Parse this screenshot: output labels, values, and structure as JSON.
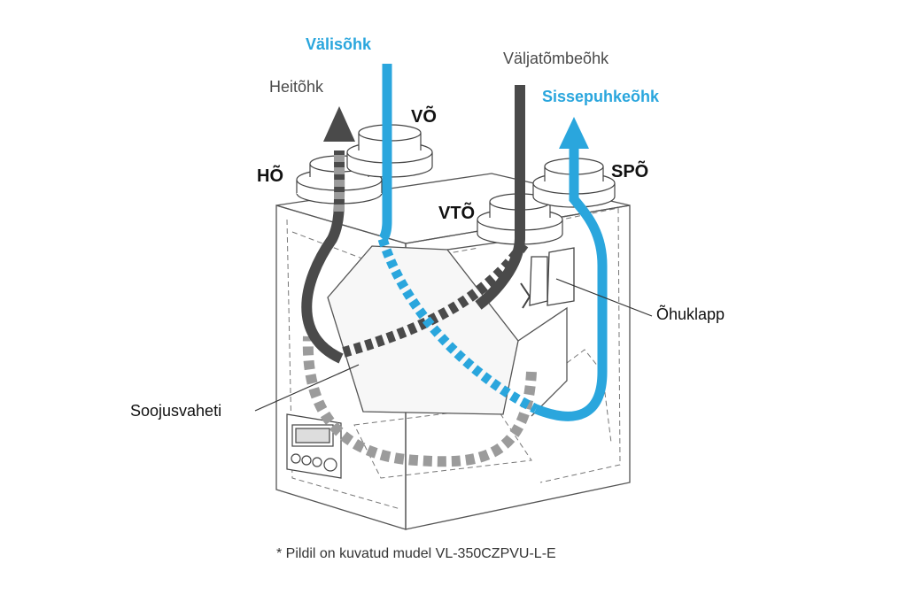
{
  "labels": {
    "outdoor_air": "Välisõhk",
    "extract_air": "Väljatõmbeõhk",
    "exhaust_air": "Heitõhk",
    "supply_air": "Sissepuhkeõhk",
    "vo": "VÕ",
    "ho": "HÕ",
    "vto": "VTÕ",
    "spo": "SPÕ",
    "damper": "Õhuklapp",
    "heat_exchanger": "Soojusvaheti"
  },
  "footnote": "* Pildil on kuvatud mudel VL-350CZPVU-L-E",
  "colors": {
    "blue_air": "#2aa6dd",
    "dark_air": "#4a4a4a",
    "light_air": "#9b9b9b",
    "outline": "#555555"
  }
}
